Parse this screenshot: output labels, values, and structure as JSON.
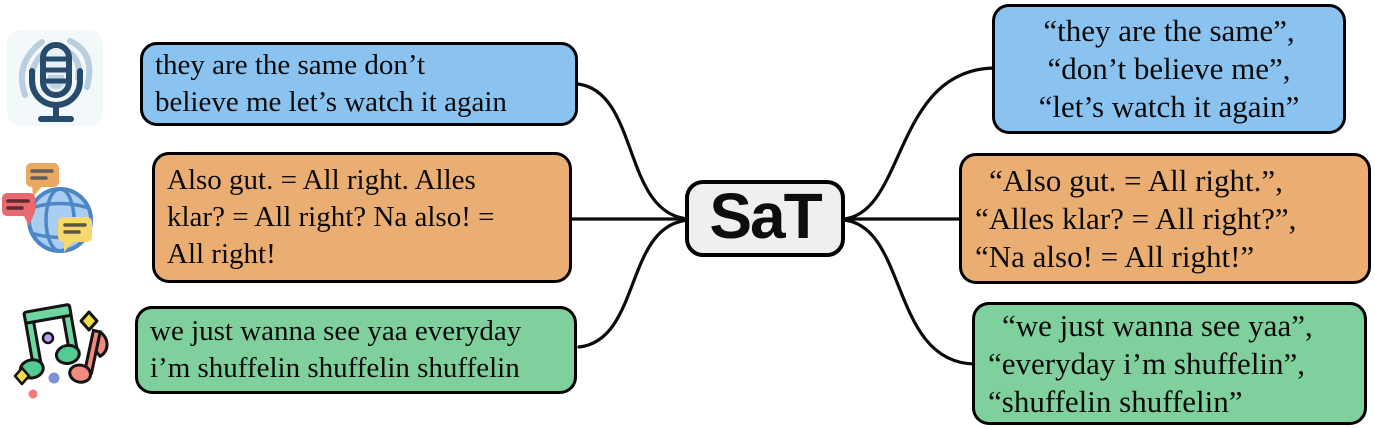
{
  "node": {
    "label": "SaT"
  },
  "colors": {
    "speech_blue": "#8ac2f0",
    "translation_orange": "#eaae72",
    "lyrics_green": "#7fd09c",
    "node_fill": "#efefef",
    "outline": "#000000"
  },
  "rows": [
    {
      "icon": "microphone",
      "input_lines": [
        "they are the same don’t",
        "believe me let’s watch it again"
      ],
      "output_lines": [
        "“they are the same”,",
        "“don’t believe me”,",
        "“let’s watch it again”"
      ]
    },
    {
      "icon": "translation-globe",
      "input_lines": [
        "Also gut. = All right. Alles",
        "klar? = All right? Na also! =",
        "All right!"
      ],
      "output_lines": [
        "“Also gut. = All right.”,",
        "“Alles klar? = All right?”,",
        "“Na also! = All right!”"
      ]
    },
    {
      "icon": "music-notes",
      "input_lines": [
        "we just wanna see yaa everyday",
        "i’m shuffelin shuffelin shuffelin"
      ],
      "output_lines": [
        "“we just wanna see yaa”,",
        "“everyday i’m shuffelin”,",
        "“shuffelin shuffelin”"
      ]
    }
  ]
}
